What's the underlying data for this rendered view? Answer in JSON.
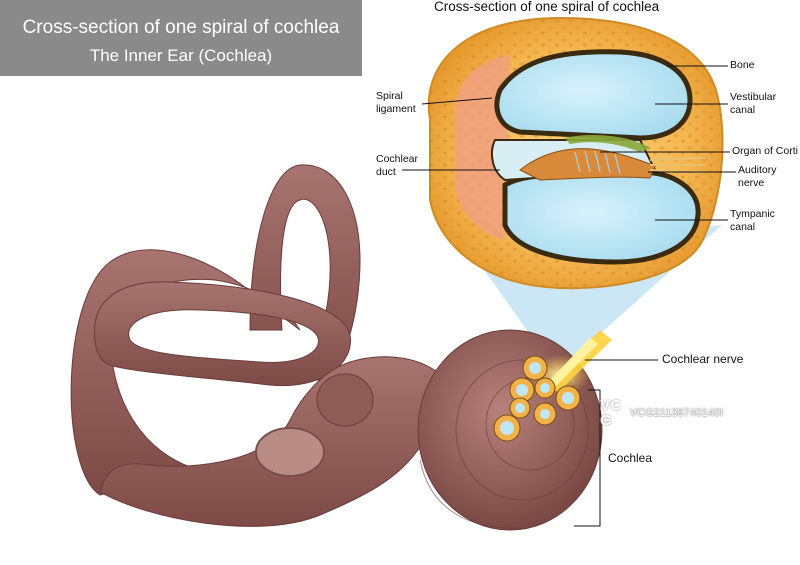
{
  "header": {
    "line1": "Cross-section of one spiral of cochlea",
    "line2": "The Inner Ear (Cochlea)"
  },
  "inset": {
    "title": "Cross-section of one spiral of cochlea"
  },
  "labels": {
    "bone": "Bone",
    "vestibular_canal": [
      "Vestibular",
      "canal"
    ],
    "organ_of_corti": "Organ of Corti",
    "auditory_nerve": [
      "Auditory",
      "nerve"
    ],
    "tympanic_canal": [
      "Tympanic",
      "canal"
    ],
    "spiral_ligament": [
      "Spiral",
      "ligament"
    ],
    "cochlear_duct": [
      "Cochlear",
      "duct"
    ],
    "cochlear_nerve": "Cochlear nerve",
    "cochlea": "Cochlea"
  },
  "watermark": {
    "logo_top": "VC",
    "logo_bottom": "G",
    "text": "VCG21138740140I"
  },
  "colors": {
    "title_bg": "#8a8a8a",
    "bone": "#f2b24a",
    "canal_fluid": "#bfe6f5",
    "spiral_ligament": "#f0a080",
    "labyrinth": "#8c5a55",
    "nerve_glow": "#ffd23c",
    "projection": "#b9dff2"
  }
}
